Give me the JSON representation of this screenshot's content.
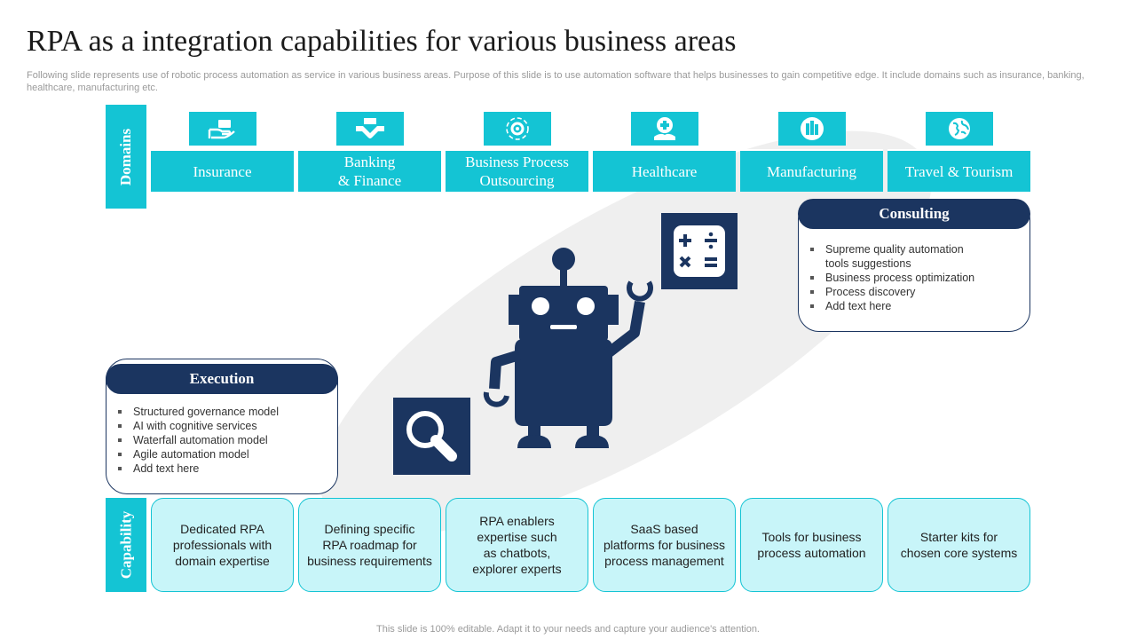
{
  "title": "RPA as a integration capabilities for various business areas",
  "subtitle": "Following slide represents use of robotic process automation as service in various business areas. Purpose of this slide is to use automation software that helps businesses to gain competitive edge. It include domains such as insurance, banking, healthcare, manufacturing etc.",
  "footer": "This slide is 100% editable. Adapt it to your needs and capture your audience's attention.",
  "domains": {
    "label": "Domains",
    "items": [
      {
        "label": "Insurance",
        "icon": "insurance-hand-icon"
      },
      {
        "label": "Banking\n& Finance",
        "icon": "handshake-icon"
      },
      {
        "label": "Business Process\nOutsourcing",
        "icon": "gear-cycle-icon"
      },
      {
        "label": "Healthcare",
        "icon": "medical-hand-icon"
      },
      {
        "label": "Manufacturing",
        "icon": "factory-icon"
      },
      {
        "label": "Travel & Tourism",
        "icon": "globe-icon"
      }
    ]
  },
  "capability": {
    "label": "Capability",
    "items": [
      "Dedicated RPA\nprofessionals with\ndomain expertise",
      "Defining specific\nRPA roadmap for\nbusiness requirements",
      "RPA enablers\nexpertise such\nas chatbots,\nexplorer experts",
      "SaaS based\nplatforms for business\nprocess management",
      "Tools for business\nprocess automation",
      "Starter kits for\nchosen core systems"
    ]
  },
  "consulting": {
    "title": "Consulting",
    "items": [
      "Supreme quality automation\ntools suggestions",
      "Business process optimization",
      "Process discovery",
      "Add text here"
    ]
  },
  "execution": {
    "title": "Execution",
    "items": [
      "Structured governance  model",
      "AI with cognitive  services",
      "Waterfall automation model",
      "Agile automation model",
      "Add text here"
    ]
  },
  "colors": {
    "accent": "#14c4d4",
    "navy": "#1b3560",
    "capability_fill": "#c8f5f9"
  }
}
